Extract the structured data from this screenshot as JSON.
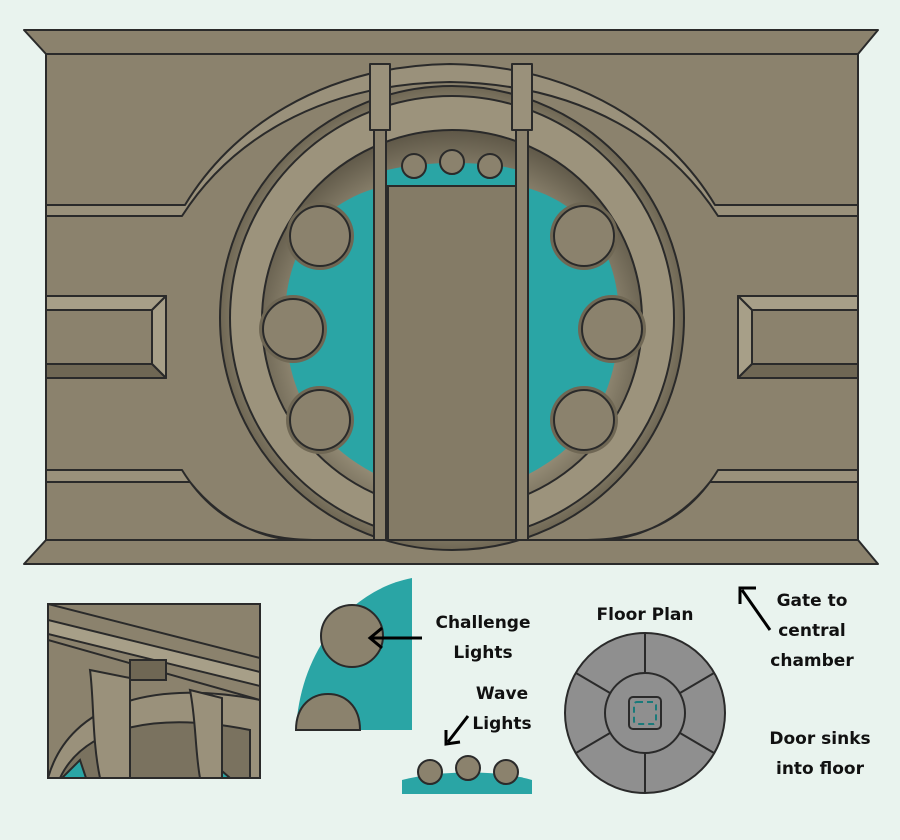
{
  "labels": {
    "challenge_lights": [
      "Challenge",
      "Lights"
    ],
    "wave_lights": [
      "Wave",
      "Lights"
    ],
    "floor_plan": "Floor Plan",
    "gate": [
      "Gate to",
      "central",
      "chamber"
    ],
    "door_sinks": [
      "Door sinks",
      "into floor"
    ]
  },
  "colors": {
    "stone": "#8b826d",
    "stone_dark": "#6b6352",
    "stone_light": "#a79f88",
    "teal": "#2aa5a5",
    "floor_grey": "#8f8f8f",
    "outline": "#2a2a2a",
    "background": "#e9f3ee"
  }
}
